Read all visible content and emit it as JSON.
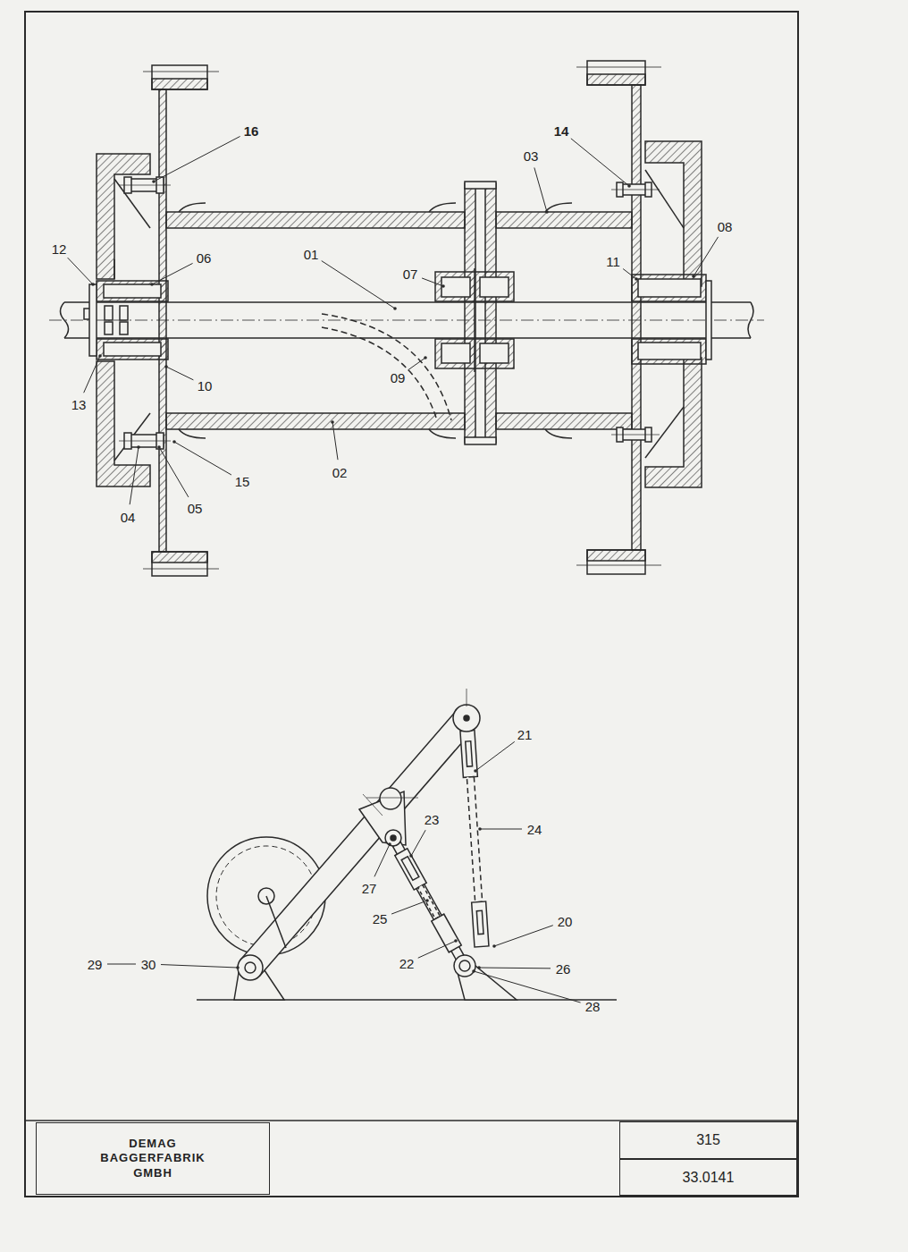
{
  "diagram": {
    "nodes": [
      {
        "text": [
          "DEMAG BAGGERFABRIK GMBH"
        ]
      },
      {
        "text": [
          "315"
        ]
      },
      {
        "text": [
          "33.0141"
        ]
      }
    ],
    "labels": [
      "16",
      "14",
      "03",
      "08",
      "12",
      "06",
      "01",
      "07",
      "11",
      "13",
      "10",
      "09",
      "02",
      "15",
      "05",
      "04",
      "21",
      "23",
      "24",
      "27",
      "25",
      "20",
      "22",
      "26",
      "29",
      "30",
      "28"
    ]
  }
}
